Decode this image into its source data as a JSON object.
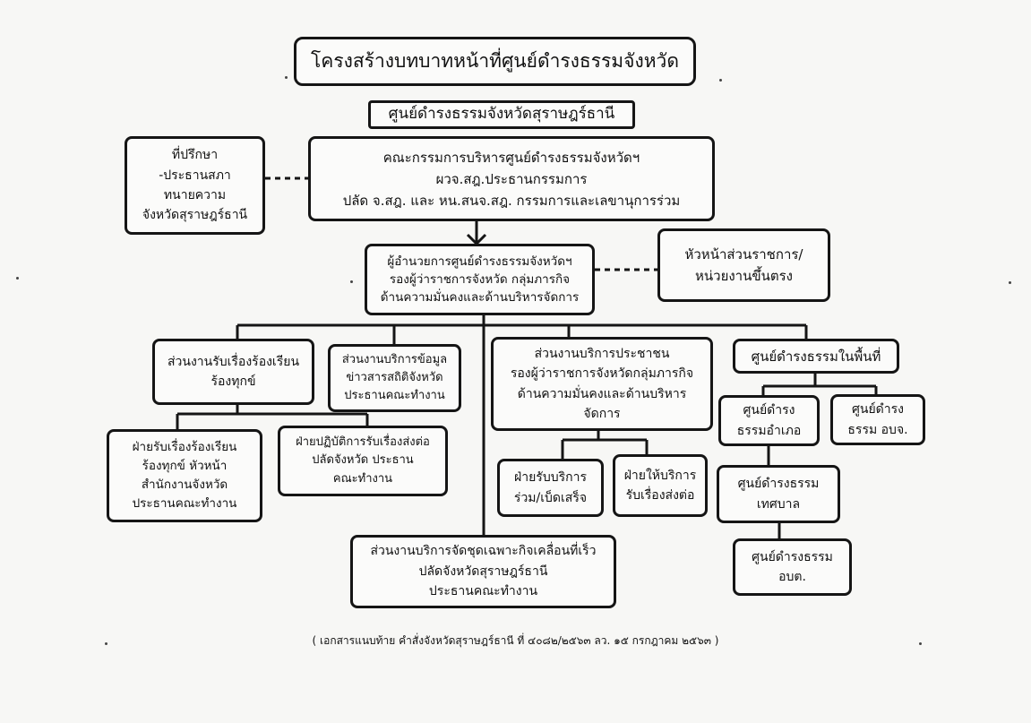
{
  "title": "โครงสร้างบทบาทหน้าที่ศูนย์ดำรงธรรมจังหวัด",
  "header": "ศูนย์ดำรงธรรมจังหวัดสุราษฎร์ธานี",
  "advisor": {
    "lines": [
      "ที่ปรึกษา",
      "-ประธานสภา",
      "ทนายความ",
      "จังหวัดสุราษฎร์ธานี"
    ]
  },
  "committee": {
    "lines": [
      "คณะกรรมการบริหารศูนย์ดำรงธรรมจังหวัดฯ",
      "ผวจ.สฎ.ประธานกรรมการ",
      "ปลัด จ.สฎ. และ หน.สนจ.สฎ. กรรมการและเลขานุการร่วม"
    ]
  },
  "director": {
    "lines": [
      "ผู้อำนวยการศูนย์ดำรงธรรมจังหวัดฯ",
      "รองผู้ว่าราชการจังหวัด กลุ่มภารกิจ",
      "ด้านความมั่นคงและด้านบริหารจัดการ"
    ]
  },
  "agency_heads": {
    "lines": [
      "หัวหน้าส่วนราชการ/",
      "หน่วยงานขึ้นตรง"
    ]
  },
  "complaints": {
    "lines": [
      "ส่วนงานรับเรื่องร้องเรียน",
      "ร้องทุกข์"
    ]
  },
  "information": {
    "lines": [
      "ส่วนงานบริการข้อมูล",
      "ข่าวสารสถิติจังหวัด",
      "ประธานคณะทำงาน"
    ]
  },
  "public_service": {
    "lines": [
      "ส่วนงานบริการประชาชน",
      "รองผู้ว่าราชการจังหวัดกลุ่มภารกิจ",
      "ด้านความมั่นคงและด้านบริหาร",
      "จัดการ"
    ]
  },
  "area_centers": {
    "lines": [
      "ศูนย์ดำรงธรรมในพื้นที่"
    ]
  },
  "complaint_intake": {
    "lines": [
      "ฝ่ายรับเรื่องร้องเรียน",
      "ร้องทุกข์ หัวหน้า",
      "สำนักงานจังหวัด",
      "ประธานคณะทำงาน"
    ]
  },
  "operations": {
    "lines": [
      "ฝ่ายปฏิบัติการรับเรื่องส่งต่อ",
      "ปลัดจังหวัด ประธาน",
      "คณะทำงาน"
    ]
  },
  "one_stop": {
    "lines": [
      "ฝ่ายรับบริการ",
      "ร่วม/เบ็ดเสร็จ"
    ]
  },
  "referral": {
    "lines": [
      "ฝ่ายให้บริการ",
      "รับเรื่องส่งต่อ"
    ]
  },
  "district_center": {
    "lines": [
      "ศูนย์ดำรง",
      "ธรรมอำเภอ"
    ]
  },
  "pao_center": {
    "lines": [
      "ศูนย์ดำรง",
      "ธรรม อบจ."
    ]
  },
  "municipal_center": {
    "lines": [
      "ศูนย์ดำรงธรรม",
      "เทศบาล"
    ]
  },
  "sao_center": {
    "lines": [
      "ศูนย์ดำรงธรรม",
      "อบต."
    ]
  },
  "mobile_unit": {
    "lines": [
      "ส่วนงานบริการจัดชุดเฉพาะกิจเคลื่อนที่เร็ว",
      "ปลัดจังหวัดสุราษฎร์ธานี",
      "ประธานคณะทำงาน"
    ]
  },
  "footnote": "( เอกสารแนบท้าย คำสั่งจังหวัดสุราษฎร์ธานี ที่ ๔๐๘๒/๒๕๖๓ ลว.  ๑๕ กรกฎาคม  ๒๕๖๓ )"
}
